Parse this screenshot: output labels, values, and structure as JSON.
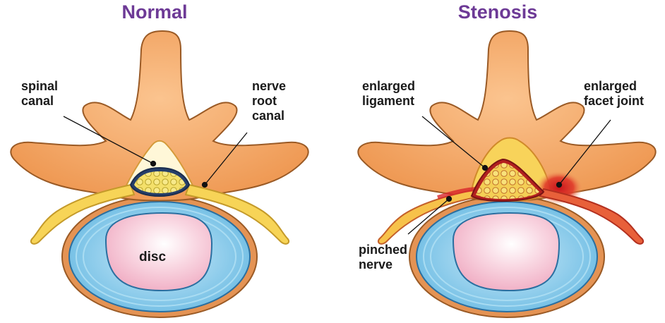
{
  "titles": {
    "normal": "Normal",
    "stenosis": "Stenosis"
  },
  "labels": {
    "spinal_canal": "spinal\ncanal",
    "nerve_root_canal": "nerve\nroot\ncanal",
    "disc": "disc",
    "enlarged_ligament": "enlarged\nligament",
    "enlarged_facet_joint": "enlarged\nfacet joint",
    "pinched_nerve": "pinched\nnerve"
  },
  "colors": {
    "title": "#6d3a96",
    "bone": "#f2a463",
    "bone_dark": "#e07a3a",
    "nerve": "#f7d04f",
    "disc_outer": "#8ccbe8",
    "disc_inner": "#f6c3d3",
    "inflamed": "#d8262b"
  }
}
